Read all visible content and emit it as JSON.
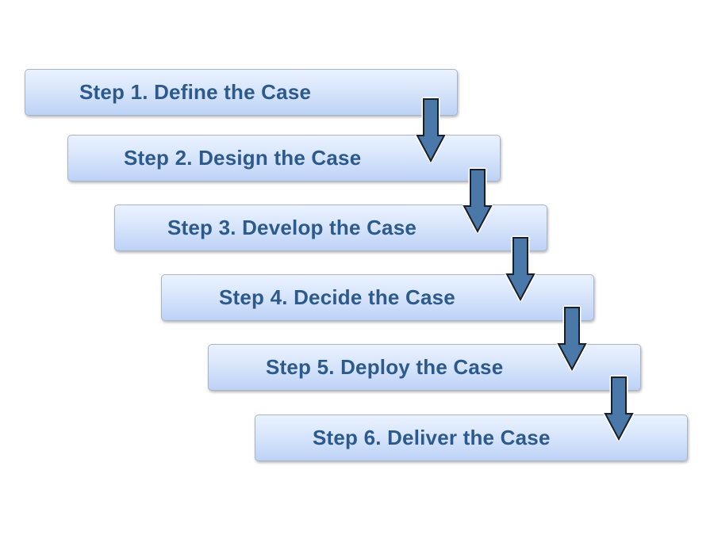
{
  "diagram": {
    "type": "staircase-process-flow",
    "colors": {
      "box_fill_top": "#eaf2ff",
      "box_fill_bottom": "#bcd2f6",
      "text": "#2d5a8c",
      "arrow_fill": "#4a78a8",
      "arrow_stroke": "#1a1f2a"
    },
    "steps": [
      {
        "label": "Step 1. Define the Case"
      },
      {
        "label": "Step 2. Design the Case"
      },
      {
        "label": "Step 3. Develop the Case"
      },
      {
        "label": "Step 4. Decide the Case"
      },
      {
        "label": "Step 5. Deploy the Case"
      },
      {
        "label": "Step 6. Deliver the Case"
      }
    ],
    "arrows": [
      {
        "from": 1,
        "to": 2,
        "icon": "down-arrow-icon"
      },
      {
        "from": 2,
        "to": 3,
        "icon": "down-arrow-icon"
      },
      {
        "from": 3,
        "to": 4,
        "icon": "down-arrow-icon"
      },
      {
        "from": 4,
        "to": 5,
        "icon": "down-arrow-icon"
      },
      {
        "from": 5,
        "to": 6,
        "icon": "down-arrow-icon"
      }
    ]
  }
}
